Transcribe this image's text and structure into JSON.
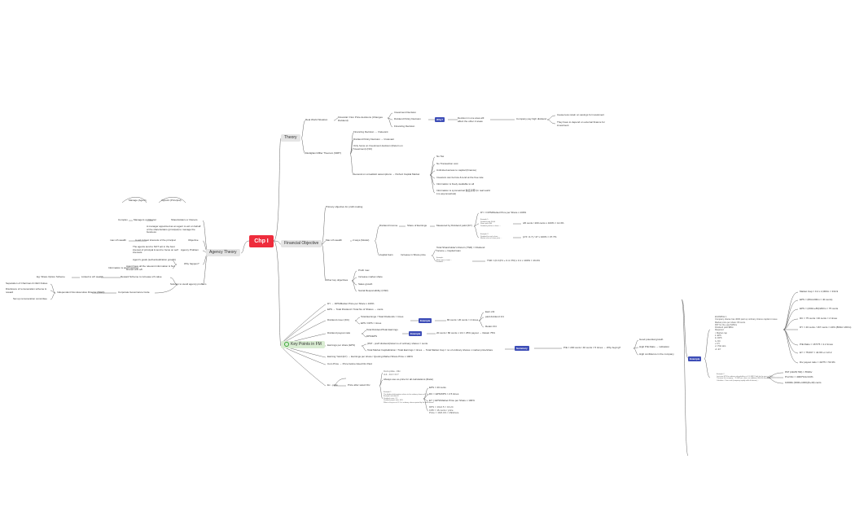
{
  "root": "Chp I",
  "main": {
    "theory": "Theory",
    "financial": "Financial Objective",
    "agency": "Agency Theory",
    "keypoints": "Key Points in FM"
  },
  "theory": {
    "real_world": "Real World Situation",
    "rw_desc": "Financial / Non Price decisions (Changes Dividend)",
    "inv_decision": "Investment Decision",
    "div_policy": "Dividend Policy Decision",
    "fin_decision": "Financing Decision",
    "why": "Why?",
    "decision_text": "Decision in one area will affect the other 2 areas",
    "company_pays": "Company pay high dividend",
    "cause_less": "Cause less retain on savings for investment",
    "they_have": "They have to depend on external finance for investment",
    "mm": "Modigliani Miller Theorem (MMT)",
    "fd_irr": "Financing Decision → Irrelevant",
    "dp_irr": "Dividend Policy Decision → Irrelevant",
    "only_focus": "Only focus on Investment decision (Return on Investment) (NO)",
    "general": "General on unrealistic assumptions → Perfect Capital Market",
    "no_tax": "No Tax",
    "no_trans": "No Transaction cost",
    "unlimited": "Unlimited access to capital (Finance)",
    "investors": "Investors can borrow & lend at the free rate",
    "information": "Information is freely available to all",
    "symmetrical": "Information is symmetrical 信息对称 (In real world it is asymmetrical)"
  },
  "financial": {
    "primary": "Primary objective for profit making",
    "max_wealth": "Max s/h wealth",
    "two_ways": "2 ways (Model)",
    "div_income": "Dividend Income",
    "share_earn": "Share of Earnings",
    "measured": "Measured by Dividend yield (DY)",
    "dy_formula": "DY = DPS/Market Price per Share x 100%",
    "ex1": "Example 1:\nDividend paid: $0.04\nShare price $40\nDividend yield on a share: ...",
    "ex1_res": "4/0 cents / 200 cents x 100% = 14.3%",
    "ex2": "Example 2:\nDividend for each share ...\nMarket value of share price ...",
    "ex2_res": "(2.5 / 4.7) / 47 x 100% = 37.7%",
    "cap_gain": "Capital Gain",
    "increase": "Increase in Share price",
    "tsr": "Total Shareholder's Return (TSR) = Dividend Income + Capital Gain",
    "tsr_ex": "Example:\nShare price at start ...\nDividend ...",
    "tsr_res": "TSR = (6.3 (P1 + 0.4 / P0) x 0.1 x 100% = 19.4%",
    "other_obj": "Other key objectives",
    "profit": "Profit max",
    "increase_mkt": "Increase market share",
    "sales": "Sales growth",
    "social": "Social Responsibility (CSR)"
  },
  "agency": {
    "manage": "Manage (Agent)",
    "appoint": "Appoint (Principal)",
    "complex": "Complex",
    "managers": "Managers or Director",
    "shareholders": "Shareholders or Owners",
    "manager_appointed": "A manager appointed as an agent to act on behalf of the shareholders (principal) to manage the business",
    "max_wealth": "max s/h wealth",
    "act_best": "to act in best interests of the principal",
    "objective": "Objective",
    "agents_tend": "The agents tend to NOT act in the best interest of principal & tend to focus on self interests",
    "agency_problem": "Agency Problem",
    "agents_goals": "Agent's goals (self-actualization growth)",
    "why_happen": "Why happen?",
    "info_asym": "Information is asymmetrical",
    "agent_have": "Agent have all the relevant information & Not shared with s/h",
    "eg_share": "Eg: Share Option Scheme",
    "linked": "Linked to s/h wealth",
    "reward": "Reward Scheme to increase s/h value",
    "solution": "Solution to avoid agency problem",
    "separation": "Separation of Chairman & CEO Duties",
    "disclosure": "Disclosure of remuneration scheme & reward",
    "setup": "Set up remuneration committee",
    "independent": "Independent Non-Executive Director (INED)",
    "governance": "Corporate Governance Code"
  },
  "keypoints": {
    "dy": "DY → DPS/Market Price per Share x 100%",
    "eps": "EPS → Total Dividend / Total No of Shares → cents",
    "dc": "Dividend cover (DC)",
    "dc1": "Total Earnings / Total Dividends = times",
    "dc2": "EPS / DPS = times",
    "ex_tag": "Example",
    "dc_res": "80 cents / 20 cents = 4 times",
    "dc_r1": "Earn 2/4",
    "dc_r2": "paid dividend 1/4",
    "dc_r3": "Retain 3/4",
    "dpr": "Dividend payout ratio",
    "dpr1": "Total Dividend/Total Earnings",
    "dpr2": "DPS/EPS",
    "dpr_res": "20 cents / 80 cents x 1/4 = 25% payout → Retain 75%",
    "earnings_ps": "Earnings per share (EPS)",
    "eps1": "(PAT - preff dividend)/total no of ordinary shares = cents",
    "eps2": "Total Market Capitalization / Total Earnings = times → Total Market Cap = no of ordinary shares x market price/share",
    "summary_tag": "Summary",
    "summary_res": "P/E = 200 cents / 40 cents = 5 times → Why buying?",
    "good_growth": "Good potential growth",
    "high_pe": "High P/E Ratio → indication",
    "high_conf": "High confidence in the company",
    "earn_yield": "Earning Yield (EY) → Earnings per share / Quoting Market Share Price x 100%",
    "cum_price": "Cum Price → Price before listed Div Paid",
    "ex_price": "Ex - price",
    "price_after": "Price after select Div",
    "cum_val": "Cum price - Div\n4.4 - 0.4 = 0.7",
    "always": "Always use ex-price for all calculations (Ratio)",
    "ex_note": "Example 1\nThe dividend information relates to the ordinary shares of X Co\nExample and data fill\nDividend cover: 2.5\nDividend payout ratio: 40%\nWhat is the price of X Co's ordinary shares quoted by the data above?",
    "k1": "EPS = 40 cents",
    "k2": "DC = EPS/DPS = 2.5 times",
    "k3": "EY = EPS/Market Price per Share x 100%",
    "k4": "DPS = 16x2.5 = 16.24\n0.86 = 16 cents / price\nPrice = 16/0.4% = 2$/share"
  },
  "example": {
    "tag": "Example",
    "note": "EXAMPLE 1\nCompany shares has 4000 paid up ordinary shares capital in issue\nMarket price per share: 80 cents\nPAT for the year $150m\nDividend paid $80m\nRequired\ni. Market cap\nii. EPS\niii. DPS\niv. DC\nv. DY\nvi. P/E ratio\nvii. EY",
    "r1": "Market Cap = 0.4 x 2,000m = 334.9",
    "r2": "EPS = (80m/200m = 40 cents)",
    "r3": "EPS = (200m+80)/200m = 75 cents",
    "r4": "DC = 75 cents / 40 cents = 2 times",
    "r5": "DY = 40 cents / 167 cents = 24% (800m/ 200m)",
    "r6": "P/E Ratio = 167/75 = 2.2 times",
    "r7": "EY = 75/167 = 44.9% or 1/2.2",
    "r8": "Div payout ratio = 40/75 = 53.3%",
    "note2": "Example 2\nLast year EPS for ordinary shareholders is 5.9 GBP. Profit for the year is 2000 ...\nThis year the company ... 5 GBP per share, an additional 60,000 shares as ...\nCalculate: - Free cash (company rapidly sells all shares) ...",
    "n2r1": "PAT (2k/28,700) = 8%Div",
    "n2r2": "Prof Div = 4000*10s=24%",
    "n2r3": "10000k (3600+1000)(6+40) cents"
  }
}
